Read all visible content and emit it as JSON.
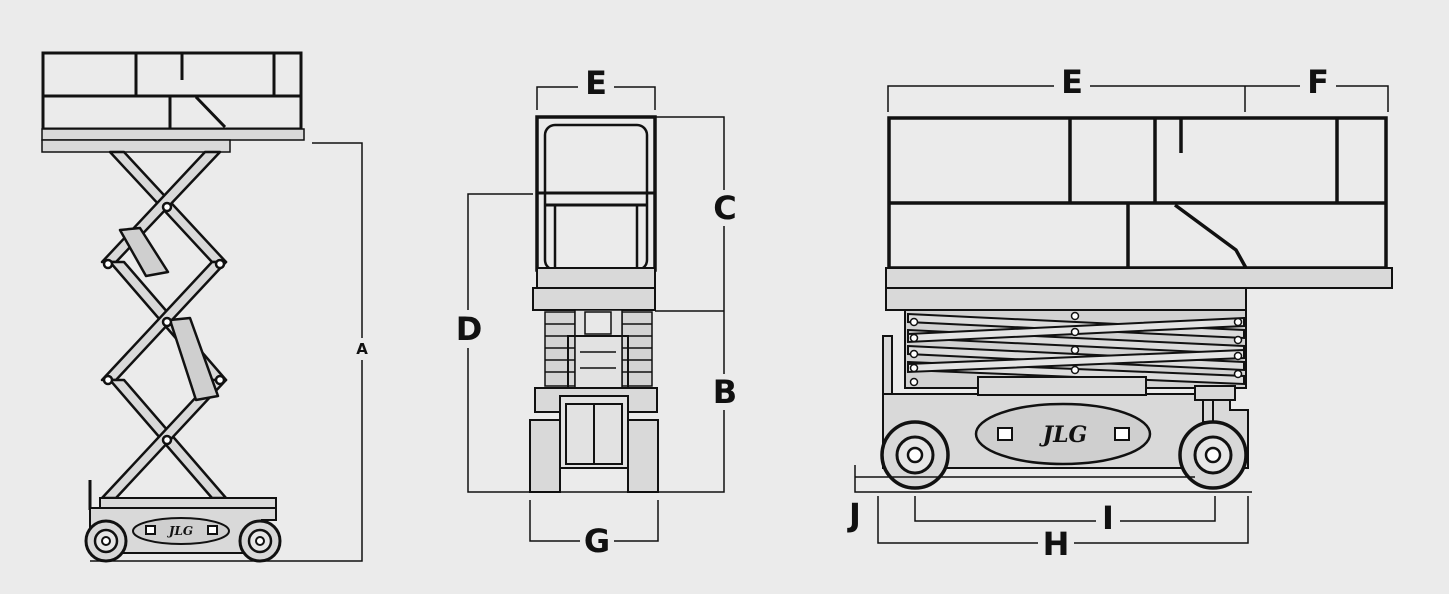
{
  "dimension_labels": {
    "A": "A",
    "B": "B",
    "C": "C",
    "D": "D",
    "E_front": "E",
    "E_side": "E",
    "F": "F",
    "G": "G",
    "H": "H",
    "I": "I",
    "J": "J"
  },
  "brand_logo": "JLG",
  "colors": {
    "background": "#ebebeb",
    "machine_fill": "#d9d9d9",
    "line": "#111111"
  }
}
